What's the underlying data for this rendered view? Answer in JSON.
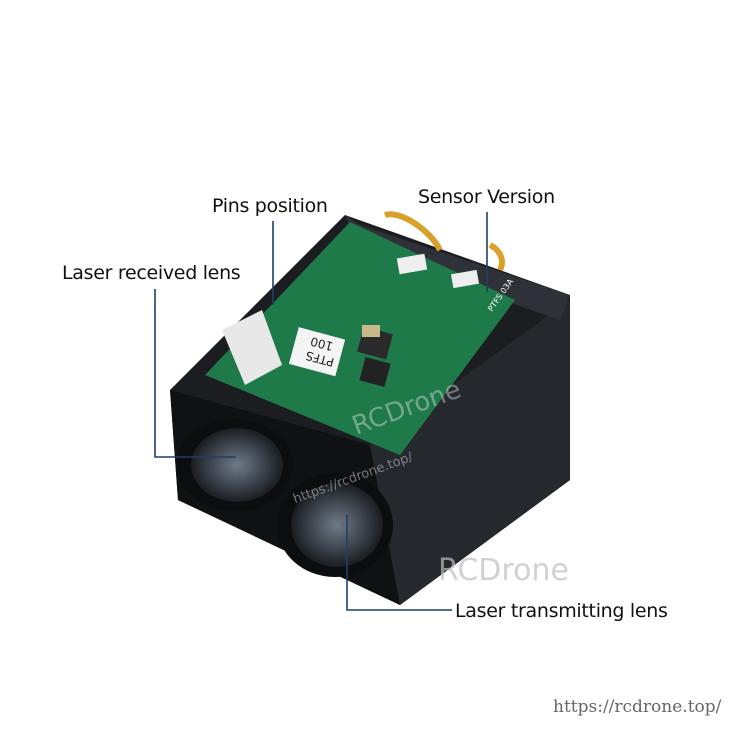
{
  "labels": {
    "pins_position": "Pins position",
    "sensor_version": "Sensor Version",
    "laser_received_lens": "Laser received lens",
    "laser_transmitting_lens": "Laser transmitting lens"
  },
  "pcb_sticker": {
    "line1": "PTFS",
    "line2": "100"
  },
  "pcb_silkscreen": "PTFS 03A",
  "watermarks": {
    "brand": "RCDrone",
    "url": "https://rcdrone.top/"
  },
  "colors": {
    "leader_line": "#1f3f66",
    "housing": "#15171a",
    "pcb": "#1f7a4a"
  }
}
